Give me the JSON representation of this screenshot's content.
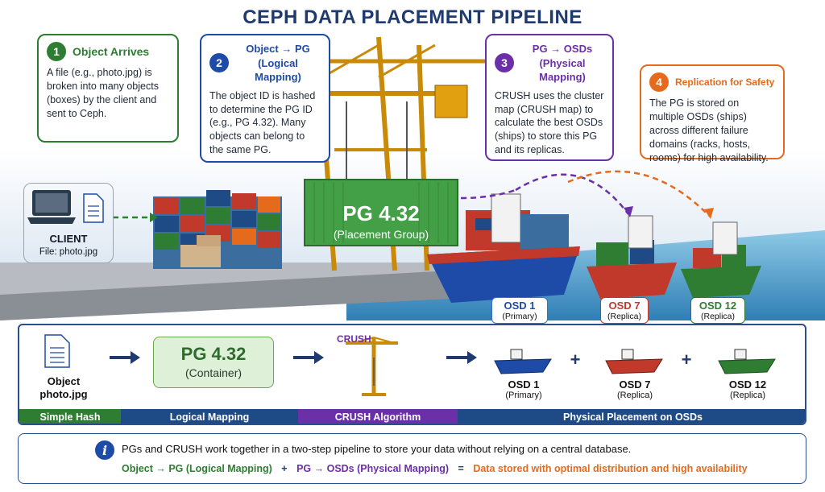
{
  "title": "CEPH DATA PLACEMENT PIPELINE",
  "callouts": [
    {
      "num": "1",
      "heading": "Object Arrives",
      "body": "A file (e.g., photo.jpg) is broken into many objects (boxes) by the client and sent to Ceph.",
      "color": "#2e7d32"
    },
    {
      "num": "2",
      "heading": "Object → PG (Logical Mapping)",
      "body": "The object ID is hashed to determine the PG ID (e.g., PG 4.32). Many objects can belong to the same PG.",
      "color": "#1e4ba8"
    },
    {
      "num": "3",
      "heading": "PG → OSDs (Physical Mapping)",
      "body": "CRUSH uses the cluster map (CRUSH map) to calculate the best OSDs (ships) to store this PG and its replicas.",
      "color": "#6b2fa8"
    },
    {
      "num": "4",
      "heading": "Replication for Safety",
      "body": "The PG is stored on multiple OSDs (ships) across different failure domains (racks, hosts, rooms) for high availability.",
      "color": "#e56a1c"
    }
  ],
  "client": {
    "label": "CLIENT",
    "file": "File: photo.jpg"
  },
  "container": {
    "label": "PG 4.32",
    "sub": "(Placement Group)"
  },
  "ships": [
    {
      "osd": "OSD 1",
      "role": "(Primary)",
      "color": "#1e4ba8"
    },
    {
      "osd": "OSD 7",
      "role": "(Replica)",
      "color": "#c0392b"
    },
    {
      "osd": "OSD 12",
      "role": "(Replica)",
      "color": "#2e7d32"
    }
  ],
  "pipeline": {
    "object_label": "Object",
    "object_file": "photo.jpg",
    "pg_big": "PG 4.32",
    "pg_small": "(Container)",
    "crush_label": "CRUSH",
    "plus": "+",
    "stages": [
      "Simple Hash",
      "Logical Mapping",
      "CRUSH Algorithm",
      "Physical Placement on OSDs"
    ]
  },
  "info": {
    "line1": "PGs and CRUSH work together in a two-step pipeline to store your data without relying on a central database.",
    "part1": "Object → PG (Logical Mapping)",
    "op1": "+",
    "part2": "PG → OSDs (Physical Mapping)",
    "op2": "=",
    "part3": "Data stored with optimal distribution and high availability"
  }
}
